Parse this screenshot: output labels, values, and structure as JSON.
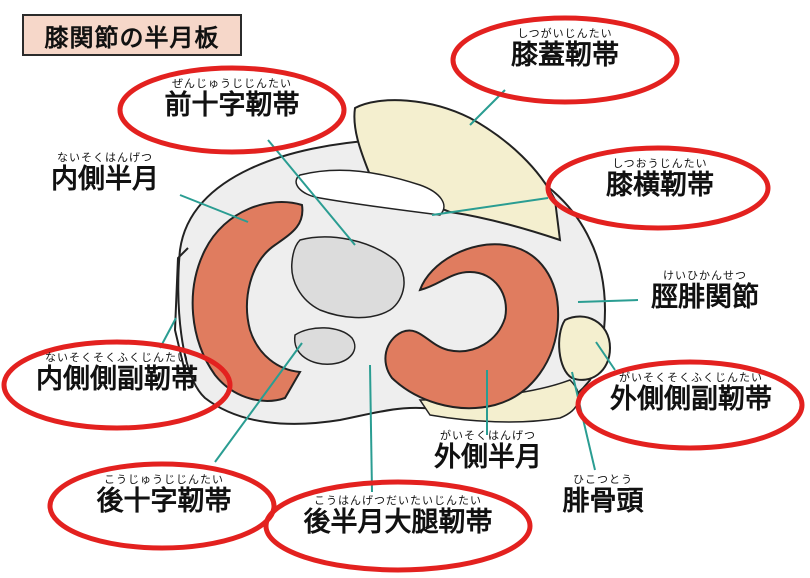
{
  "title": "膝関節の半月板",
  "colors": {
    "meniscus": "#e07c5f",
    "bone_fill": "#eeeeee",
    "ligament_fill": "#f4efcf",
    "leader_line": "#2a9d92",
    "highlight_oval": "#e3211f",
    "title_bg": "#f6d7c9"
  },
  "labels": {
    "patellar_ligament": {
      "ruby": "しつがいじんたい",
      "text": "膝蓋靭帯"
    },
    "acl": {
      "ruby": "ぜんじゅうじじんたい",
      "text": "前十字靭帯"
    },
    "medial_meniscus": {
      "ruby": "ないそくはんげつ",
      "text": "内側半月"
    },
    "transverse_ligament": {
      "ruby": "しつおうじんたい",
      "text": "膝横靭帯"
    },
    "tibiofibular_joint": {
      "ruby": "けいひかんせつ",
      "text": "脛腓関節"
    },
    "mcl": {
      "ruby": "ないそくそくふくじんたい",
      "text": "内側側副靭帯"
    },
    "lcl": {
      "ruby": "がいそくそくふくじんたい",
      "text": "外側側副靭帯"
    },
    "lateral_meniscus": {
      "ruby": "がいそくはんげつ",
      "text": "外側半月"
    },
    "fibular_head": {
      "ruby": "ひこつとう",
      "text": "腓骨頭"
    },
    "pcl": {
      "ruby": "こうじゅうじじんたい",
      "text": "後十字靭帯"
    },
    "posterior_meniscofemoral_ligament": {
      "ruby": "こうはんげつだいたいじんたい",
      "text": "後半月大腿靭帯"
    }
  }
}
